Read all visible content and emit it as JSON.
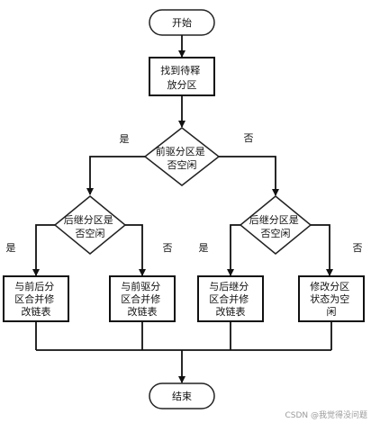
{
  "nodes": {
    "start": "开始",
    "find_free": [
      "找到待释",
      "放分区"
    ],
    "prev_empty": [
      "前驱分区是",
      "否空闲"
    ],
    "next_empty_left": [
      "后继分区是",
      "否空闲"
    ],
    "next_empty_right": [
      "后继分区是",
      "否空闲"
    ],
    "merge_both": [
      "与前后分",
      "区合并修",
      "改链表"
    ],
    "merge_prev": [
      "与前驱分",
      "区合并修",
      "改链表"
    ],
    "merge_next": [
      "与后继分",
      "区合并修",
      "改链表"
    ],
    "set_free": [
      "修改分区",
      "状态为空",
      "闲"
    ],
    "end": "结束"
  },
  "edges": {
    "yes": "是",
    "no": "否"
  },
  "watermark": "CSDN @我觉得没问题"
}
